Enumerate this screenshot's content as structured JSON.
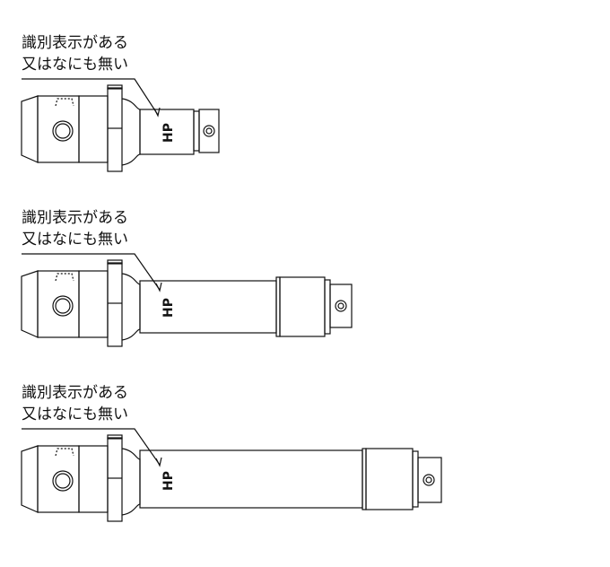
{
  "diagrams": [
    {
      "note_line1": "識別表示がある",
      "note_line2": "又はなにも無い",
      "marking": "HP"
    },
    {
      "note_line1": "識別表示がある",
      "note_line2": "又はなにも無い",
      "marking": "HP"
    },
    {
      "note_line1": "識別表示がある",
      "note_line2": "又はなにも無い",
      "marking": "HP"
    }
  ]
}
